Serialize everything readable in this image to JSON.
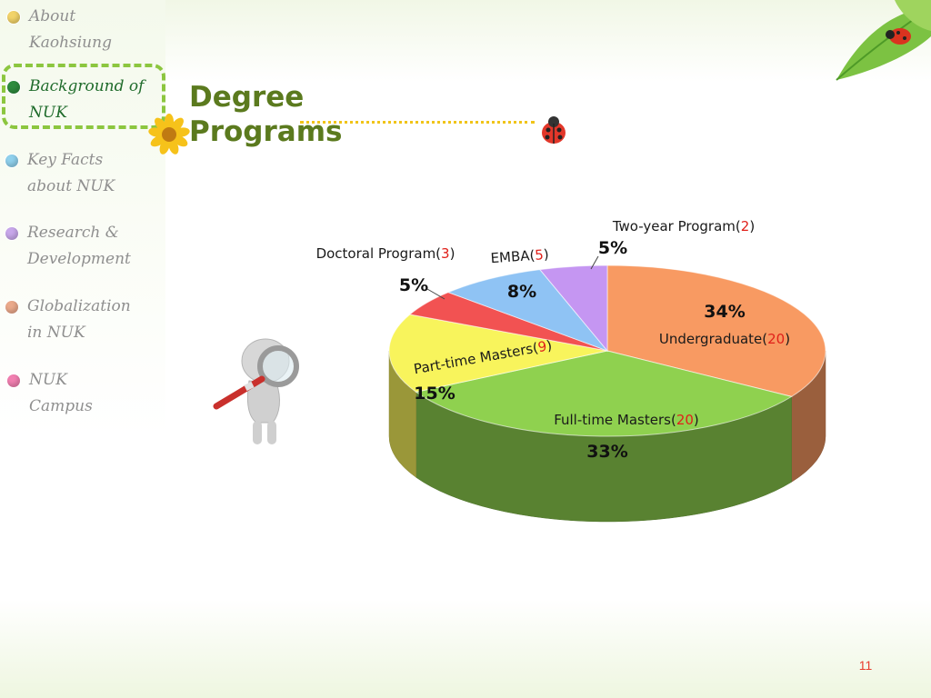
{
  "sidebar": {
    "items": [
      {
        "label": "About Kaohsiung",
        "color": "#f2d36a",
        "active": false
      },
      {
        "label": "Background of NUK",
        "color": "#2e8b3e",
        "active": true
      },
      {
        "label": "Key Facts about NUK",
        "color": "#8fd0ec",
        "active": false
      },
      {
        "label": "Research & Development",
        "color": "#c7a7ea",
        "active": false
      },
      {
        "label": "Globalization in NUK",
        "color": "#eaa98b",
        "active": false
      },
      {
        "label": "NUK Campus",
        "color": "#f17fb0",
        "active": false
      }
    ]
  },
  "title": "Degree Programs",
  "page_number": "11",
  "chart_data": {
    "type": "pie",
    "style": "3d",
    "slices": [
      {
        "name": "Undergraduate",
        "count": 20,
        "percent": 34,
        "color": "#f89a62"
      },
      {
        "name": "Full-time Masters",
        "count": 20,
        "percent": 33,
        "color": "#8fd14f"
      },
      {
        "name": "Part-time Masters",
        "count": 9,
        "percent": 15,
        "color": "#f8f45c"
      },
      {
        "name": "Doctoral Program",
        "count": 3,
        "percent": 5,
        "color": "#f25252"
      },
      {
        "name": "EMBA",
        "count": 5,
        "percent": 8,
        "color": "#8fc3f4"
      },
      {
        "name": "Two-year Program",
        "count": 2,
        "percent": 5,
        "color": "#c596f2"
      }
    ],
    "count_color": "#e0201a"
  }
}
